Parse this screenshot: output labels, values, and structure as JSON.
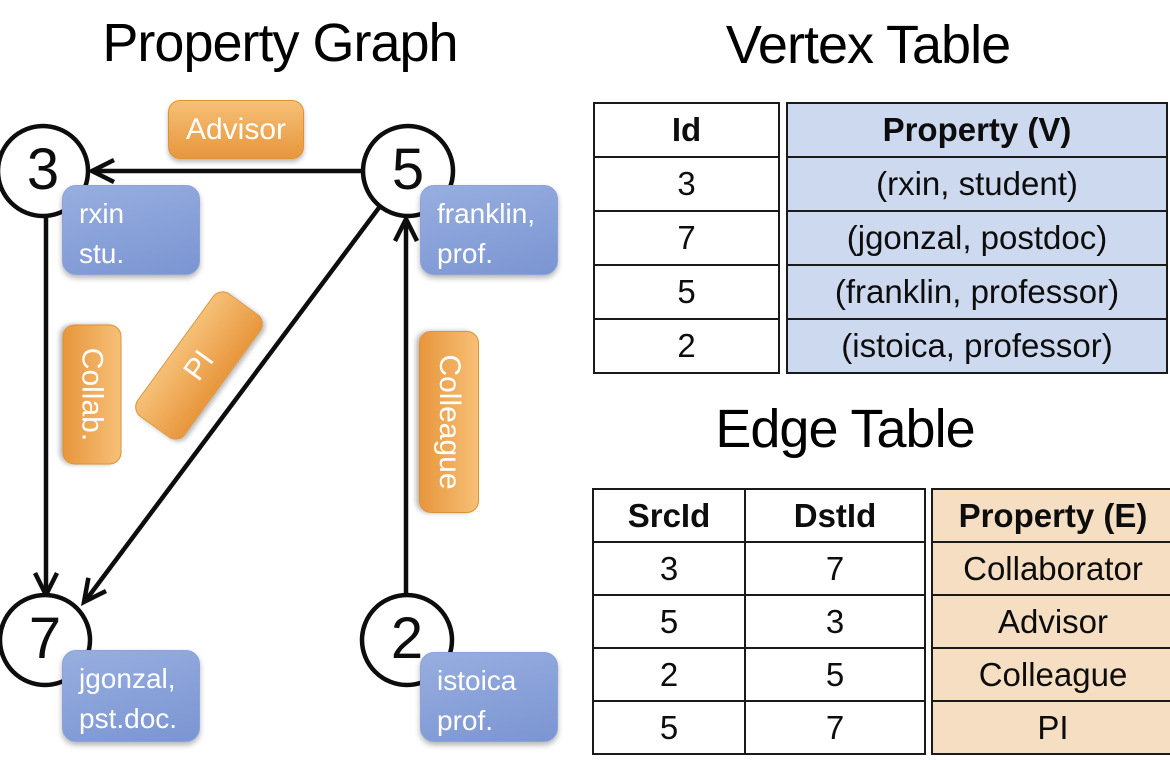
{
  "graph": {
    "title": "Property Graph",
    "nodes": [
      {
        "id": "3",
        "label_line1": "rxin",
        "label_line2": "stu."
      },
      {
        "id": "5",
        "label_line1": "franklin,",
        "label_line2": "prof."
      },
      {
        "id": "7",
        "label_line1": "jgonzal,",
        "label_line2": "pst.doc."
      },
      {
        "id": "2",
        "label_line1": "istoica",
        "label_line2": "prof."
      }
    ],
    "edge_labels": {
      "advisor": "Advisor",
      "collab": "Collab.",
      "pi": "PI",
      "colleague": "Colleague"
    }
  },
  "vertex_table": {
    "title": "Vertex Table",
    "columns": {
      "id": "Id",
      "property": "Property (V)"
    },
    "rows": [
      {
        "id": "3",
        "property": "(rxin, student)"
      },
      {
        "id": "7",
        "property": "(jgonzal, postdoc)"
      },
      {
        "id": "5",
        "property": "(franklin, professor)"
      },
      {
        "id": "2",
        "property": "(istoica, professor)"
      }
    ]
  },
  "edge_table": {
    "title": "Edge Table",
    "columns": {
      "src": "SrcId",
      "dst": "DstId",
      "property": "Property (E)"
    },
    "rows": [
      {
        "src": "3",
        "dst": "7",
        "property": "Collaborator"
      },
      {
        "src": "5",
        "dst": "3",
        "property": "Advisor"
      },
      {
        "src": "2",
        "dst": "5",
        "property": "Colleague"
      },
      {
        "src": "5",
        "dst": "7",
        "property": "PI"
      }
    ]
  },
  "colors": {
    "edge_label_orange_top": "#F6C077",
    "edge_label_orange_bottom": "#E8963C",
    "node_label_blue_top": "#97AEDF",
    "node_label_blue_bottom": "#7B95D3",
    "vertex_property_cell": "#CDD9EF",
    "edge_property_cell": "#F5DEC2",
    "table_border": "#1A1A1A",
    "line_black": "#0D0D0D"
  }
}
